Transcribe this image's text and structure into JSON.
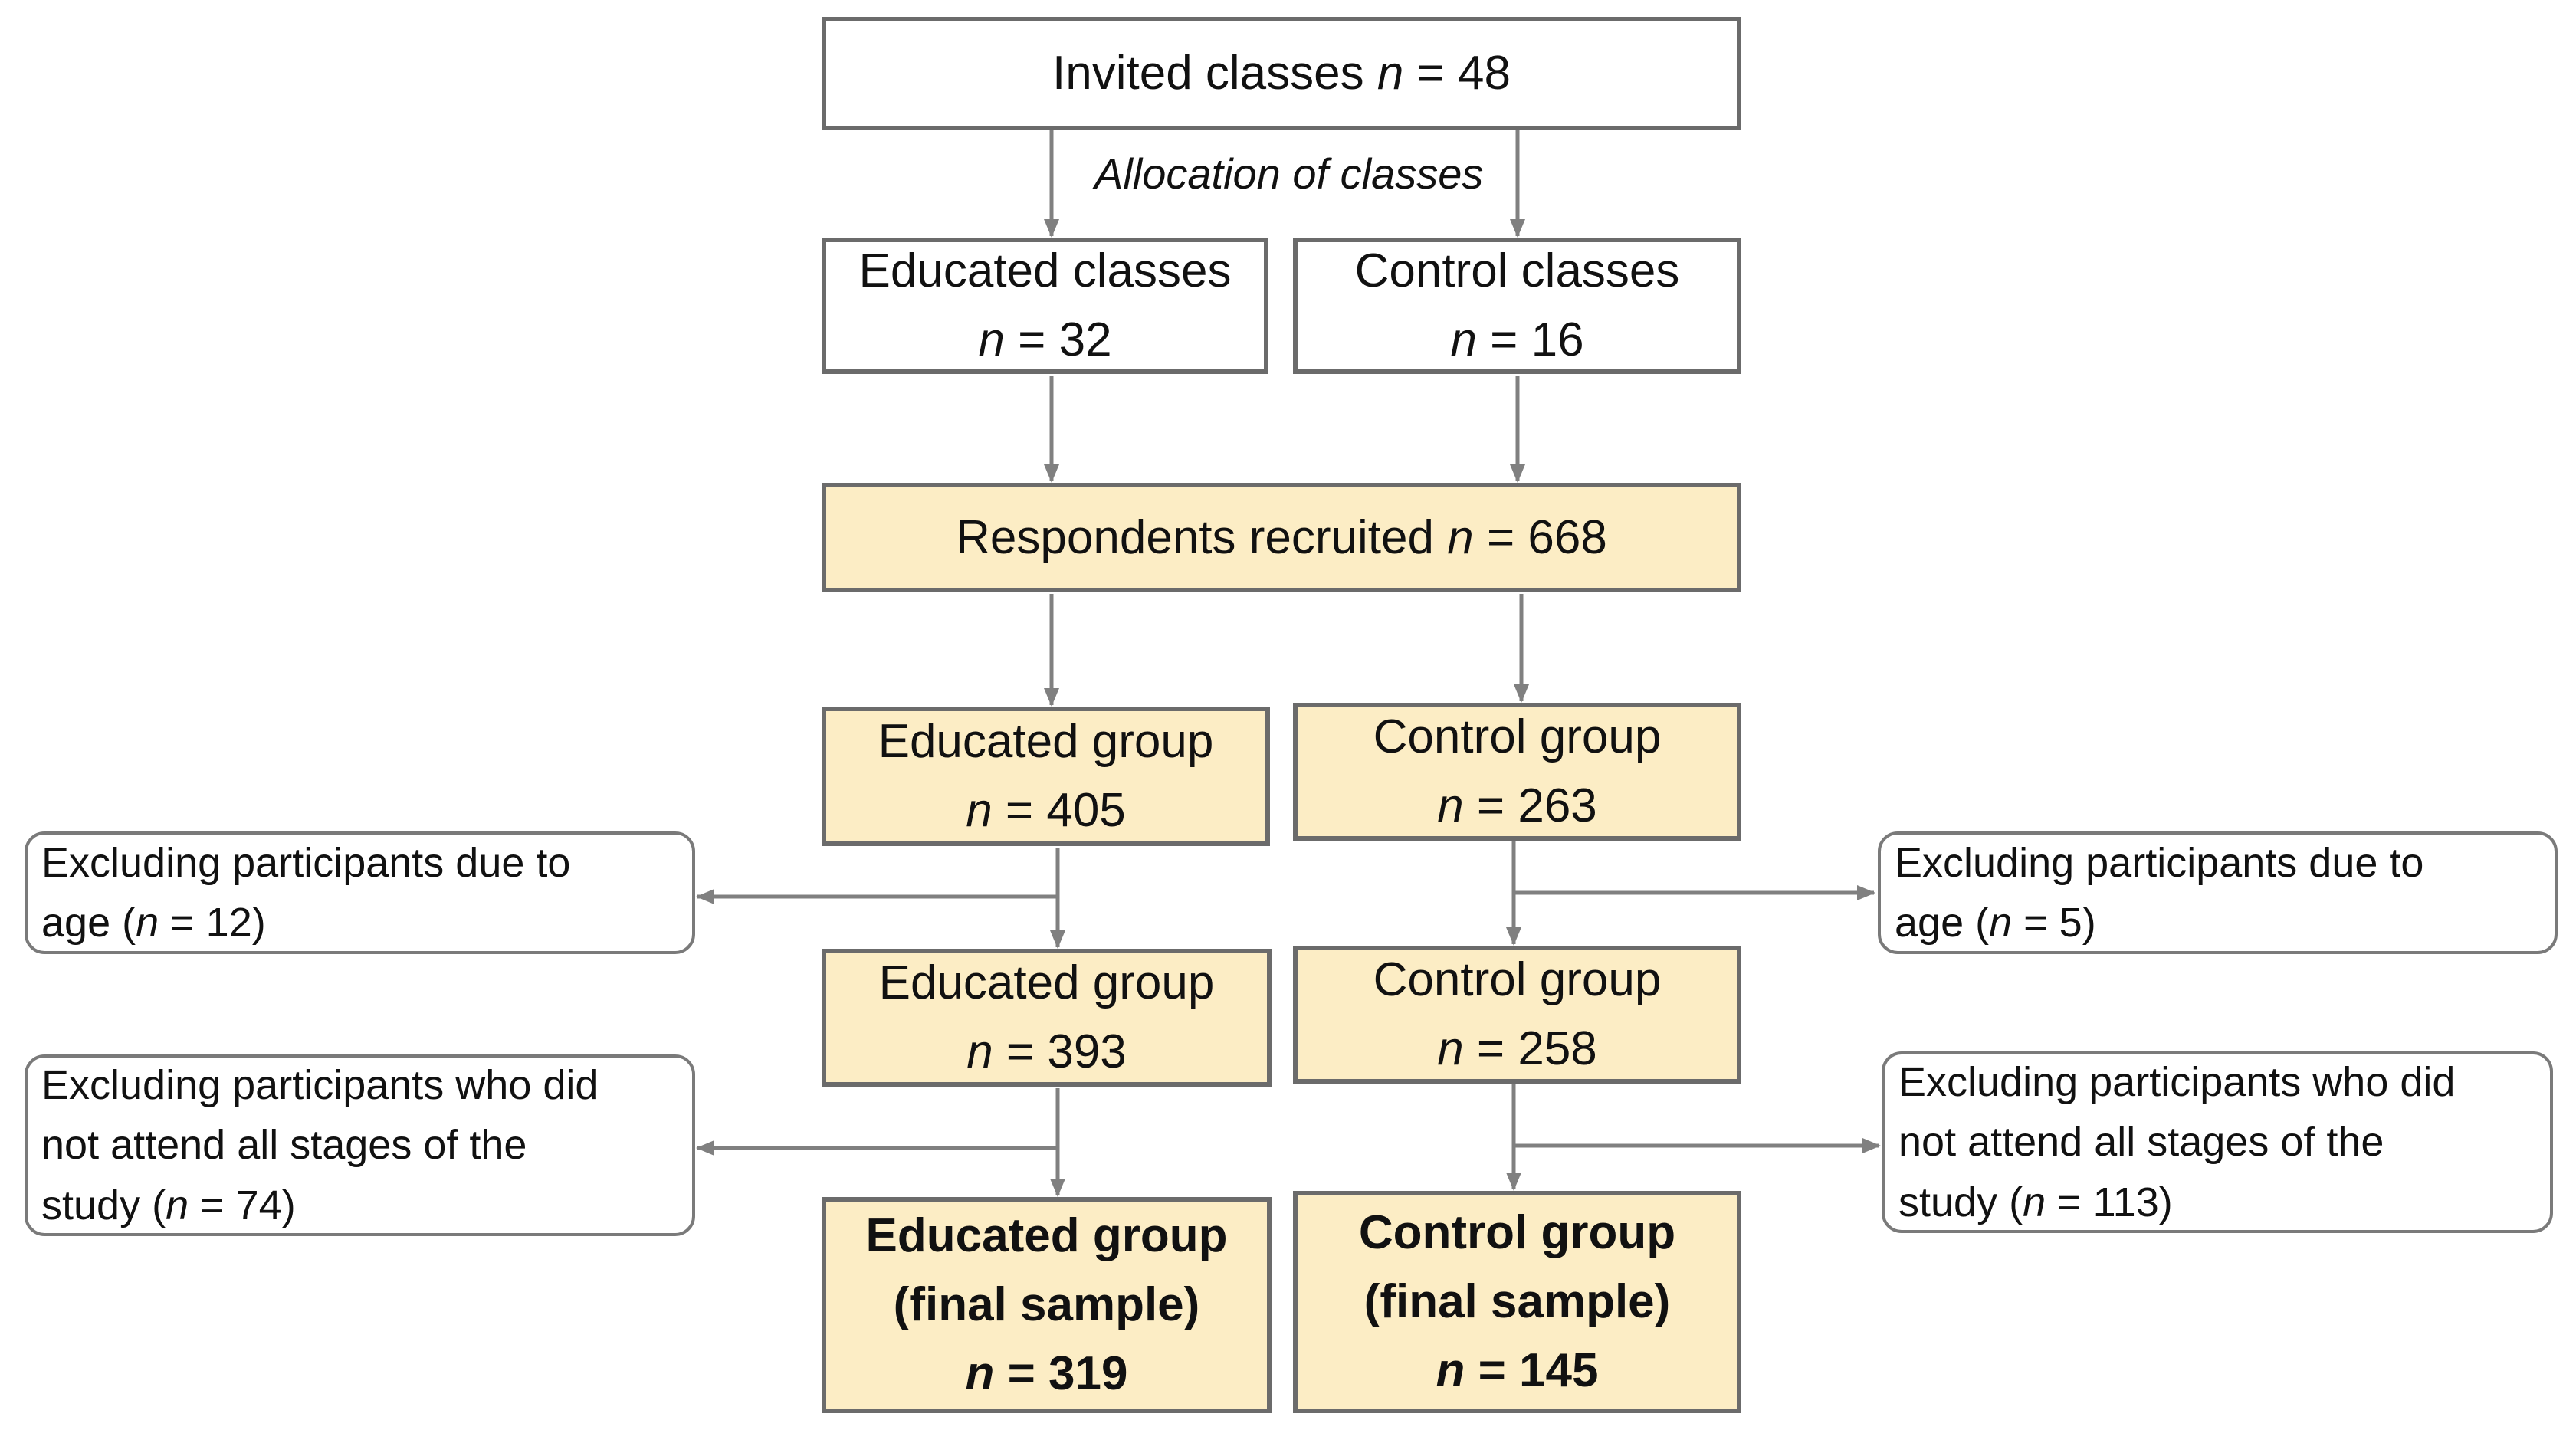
{
  "diagram": {
    "invited": {
      "label": "Invited classes",
      "n_symbol": "n",
      "value": "= 48"
    },
    "allocation": "Allocation of classes",
    "educated_classes": {
      "label": "Educated classes",
      "n_symbol": "n",
      "value": "= 32"
    },
    "control_classes": {
      "label": "Control classes",
      "n_symbol": "n",
      "value": "= 16"
    },
    "recruited": {
      "label": "Respondents recruited",
      "n_symbol": "n",
      "value": "= 668"
    },
    "educated_group_1": {
      "label": "Educated group",
      "n_symbol": "n",
      "value": "= 405"
    },
    "control_group_1": {
      "label": "Control group",
      "n_symbol": "n",
      "value": "= 263"
    },
    "exclude_age_left": {
      "line1": "Excluding participants due to",
      "pre": "age (",
      "n_symbol": "n",
      "post": " = 12)"
    },
    "exclude_age_right": {
      "line1": "Excluding participants due to",
      "pre": "age (",
      "n_symbol": "n",
      "post": " = 5)"
    },
    "educated_group_2": {
      "label": "Educated group",
      "n_symbol": "n",
      "value": "= 393"
    },
    "control_group_2": {
      "label": "Control group",
      "n_symbol": "n",
      "value": "= 258"
    },
    "exclude_stages_left": {
      "line1": "Excluding participants who did",
      "line2": "not attend all stages of the",
      "pre": "study (",
      "n_symbol": "n",
      "post": " = 74)"
    },
    "exclude_stages_right": {
      "line1": "Excluding participants who did",
      "line2": "not attend all stages of the",
      "pre": "study (",
      "n_symbol": "n",
      "post": " = 113)"
    },
    "educated_final": {
      "label": "Educated group",
      "sub": "(final sample)",
      "n_symbol": "n",
      "value": "= 319"
    },
    "control_final": {
      "label": "Control group",
      "sub": "(final sample)",
      "n_symbol": "n",
      "value": "= 145"
    }
  },
  "colors": {
    "box_border": "#6b6b6b",
    "highlight_fill": "#fcedc5",
    "arrow": "#808080"
  }
}
